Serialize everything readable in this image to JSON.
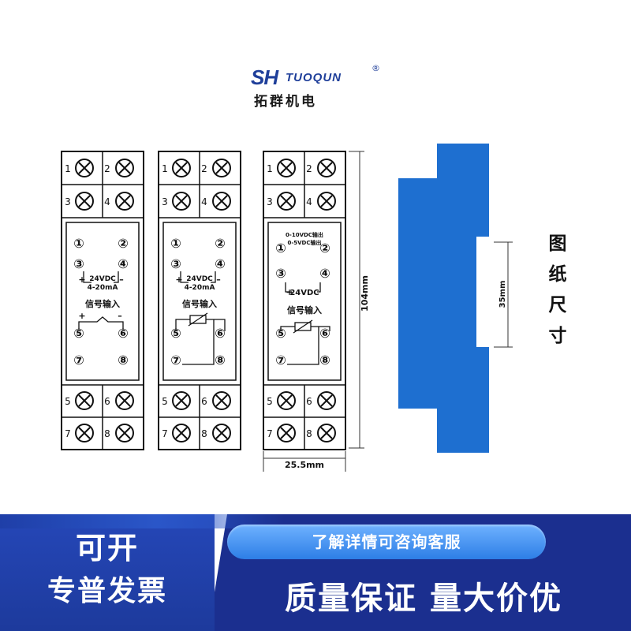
{
  "logo": {
    "sh": "SH",
    "word": "TUOQUN",
    "reg": "®",
    "cn": "拓群机电"
  },
  "modules": [
    {
      "top_terminals": [
        "1",
        "2",
        "3",
        "4"
      ],
      "bottom_terminals": [
        "5",
        "6",
        "7",
        "8"
      ],
      "pins": [
        "①",
        "②",
        "③",
        "④",
        "⑤",
        "⑥",
        "⑦",
        "⑧"
      ],
      "supply": [
        "24VDC",
        "4-20mA"
      ],
      "signal": "信号输入"
    },
    {
      "top_terminals": [
        "1",
        "2",
        "3",
        "4"
      ],
      "bottom_terminals": [
        "5",
        "6",
        "7",
        "8"
      ],
      "pins": [
        "①",
        "②",
        "③",
        "④",
        "⑤",
        "⑥",
        "⑦",
        "⑧"
      ],
      "supply": [
        "24VDC",
        "4-20mA"
      ],
      "signal": "信号输入"
    },
    {
      "top_terminals": [
        "1",
        "2",
        "3",
        "4"
      ],
      "bottom_terminals": [
        "5",
        "6",
        "7",
        "8"
      ],
      "pins": [
        "①",
        "②",
        "③",
        "④",
        "⑤",
        "⑥",
        "⑦",
        "⑧"
      ],
      "outputs": [
        "0-10VDC输出",
        "0-5VDC输出"
      ],
      "supply": [
        "24VDC"
      ],
      "signal": "信号输入"
    }
  ],
  "dimensions": {
    "height": "104mm",
    "width": "25.5mm",
    "rail": "35mm"
  },
  "side_label": [
    "图",
    "纸",
    "尺",
    "寸"
  ],
  "banner": {
    "consult": "了解详情可咨询客服",
    "invoice_line1": "可开",
    "invoice_line2": "专普发票",
    "slogan": "质量保证 量大价优"
  },
  "colors": {
    "brand_blue": "#1f3f9a",
    "rail_blue": "#1e6fd0",
    "banner_dark": "#1b2f8f",
    "banner_left": "#2547b8",
    "pill": "#3d8ef0"
  }
}
